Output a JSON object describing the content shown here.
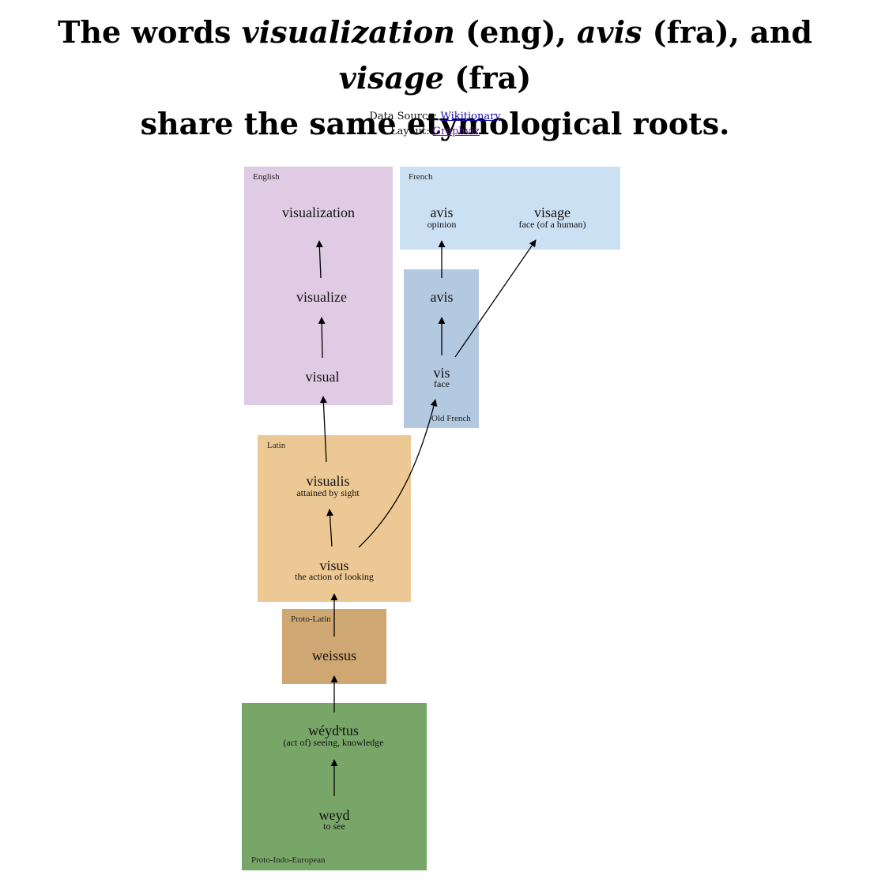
{
  "header": {
    "title_prefix": "The words ",
    "word_eng": "visualization",
    "lang_eng": " (eng), ",
    "word_avis": "avis",
    "lang_fra1": " (fra), and ",
    "word_visage": "visage",
    "lang_fra2": " (fra)",
    "title_line2": "share the same etymological roots."
  },
  "meta": {
    "source_label": "Data Source: ",
    "source_link": "Wikitionary",
    "layout_label": "Layout: ",
    "layout_link": "Graphviz"
  },
  "colors": {
    "english": "#dfcce4",
    "french": "#cce0f4",
    "old_french": "#b3c9e0",
    "latin": "#ecc994",
    "proto_latin": "#cea772",
    "proto_indo_european": "#77a668"
  },
  "clusters": {
    "english": "English",
    "french": "French",
    "old_french": "Old French",
    "latin": "Latin",
    "proto_latin": "Proto-Latin",
    "proto_indo_european": "Proto-Indo-European"
  },
  "nodes": {
    "visualization": {
      "word": "visualization"
    },
    "visualize": {
      "word": "visualize"
    },
    "visual": {
      "word": "visual"
    },
    "avis_fr": {
      "word": "avis",
      "gloss": "opinion"
    },
    "visage": {
      "word": "visage",
      "gloss": "face (of a human)"
    },
    "avis_ofr": {
      "word": "avis"
    },
    "vis": {
      "word": "vis",
      "gloss": "face"
    },
    "visualis": {
      "word": "visualis",
      "gloss": "attained by sight"
    },
    "visus": {
      "word": "visus",
      "gloss": "the action of looking"
    },
    "weissus": {
      "word": "weissus"
    },
    "weydstus": {
      "word": "wéydˢtus",
      "gloss": "(act of) seeing, knowledge"
    },
    "weyd": {
      "word": "weyd",
      "gloss": "to see"
    }
  }
}
